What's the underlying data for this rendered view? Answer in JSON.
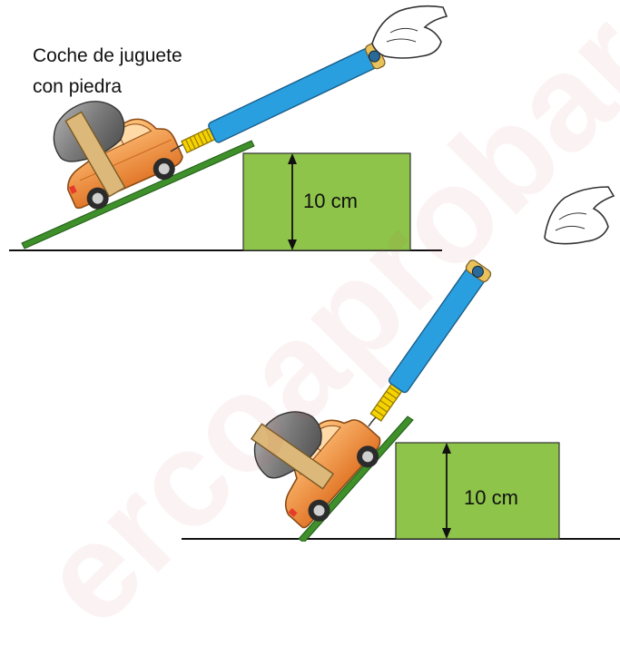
{
  "car_label_line1": "Coche de juguete",
  "car_label_line2": "con piedra",
  "height_top": "10 cm",
  "height_bottom": "10 cm",
  "watermark": "ercoaprobar.es",
  "colors": {
    "box": "#8dc449",
    "ramp": "#3f8f2a",
    "dynamometer": "#2a9fe0",
    "spring": "#f5d200",
    "car": "#f39a3c",
    "stone": "#7d7d7d",
    "wood": "#dcb97a"
  },
  "icons": [
    "hand-icon",
    "car-icon",
    "stone-icon",
    "dynamometer-icon"
  ]
}
